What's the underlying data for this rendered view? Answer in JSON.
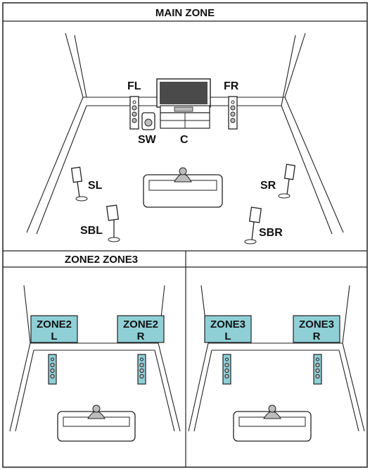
{
  "main_zone": {
    "title": "MAIN ZONE",
    "labels": {
      "fl": "FL",
      "fr": "FR",
      "sw": "SW",
      "c": "C",
      "sl": "SL",
      "sr": "SR",
      "sbl": "SBL",
      "sbr": "SBR"
    }
  },
  "lower": {
    "title_left": "ZONE2 ZONE3",
    "title_right": ""
  },
  "zone2": {
    "left_line1": "ZONE2",
    "left_line2": "L",
    "right_line1": "ZONE2",
    "right_line2": "R"
  },
  "zone3": {
    "left_line1": "ZONE3",
    "left_line2": "L",
    "right_line1": "ZONE3",
    "right_line2": "R"
  },
  "colors": {
    "line": "#222222",
    "zone_box": "#8fcfd6",
    "speaker_cyan": "#8fcfd6",
    "tv_screen": "#4a4a4a",
    "gray_fill": "#bdbdbd"
  }
}
